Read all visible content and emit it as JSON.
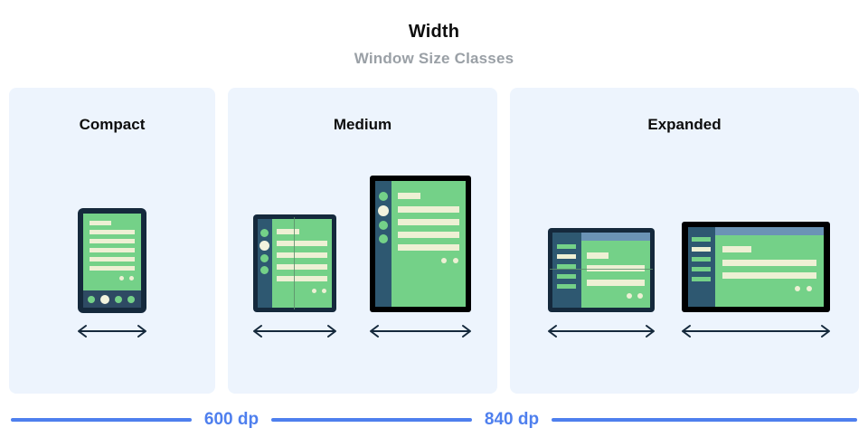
{
  "header": {
    "title": "Width",
    "subtitle": "Window Size Classes"
  },
  "panels": [
    {
      "key": "compact",
      "label": "Compact"
    },
    {
      "key": "medium",
      "label": "Medium"
    },
    {
      "key": "expanded",
      "label": "Expanded"
    }
  ],
  "breakpoints": [
    {
      "label": "600 dp"
    },
    {
      "label": "840 dp"
    }
  ],
  "devices": {
    "phone": {
      "name": "phone-portrait"
    },
    "foldable_portrait": {
      "name": "foldable-unfolded-portrait"
    },
    "tablet_portrait": {
      "name": "tablet-portrait"
    },
    "foldable_landscape": {
      "name": "foldable-landscape"
    },
    "tablet_landscape": {
      "name": "tablet-landscape"
    }
  },
  "colors": {
    "panel_background": "#edf4fd",
    "page_background": "#ffffff",
    "screen_green": "#74d188",
    "content_cream": "#eef0d4",
    "rail_blue": "#2e5871",
    "top_strip_blue": "#6b93b5",
    "frame_navy": "#15293c",
    "frame_black": "#000000",
    "accent_blue": "#4e7fee",
    "title_text": "#0d0d0d",
    "subtitle_text": "#9aa0a6"
  }
}
